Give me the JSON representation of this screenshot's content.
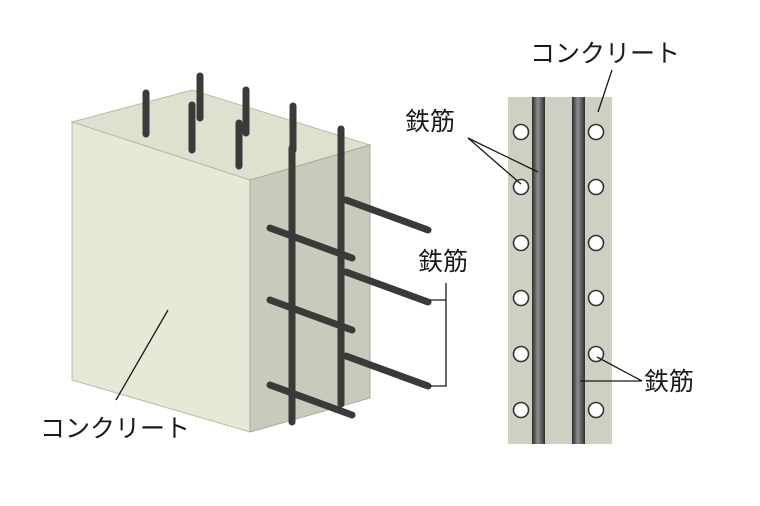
{
  "diagram": {
    "labels": {
      "concrete_block": "コンクリート",
      "rebar_mid": "鉄筋",
      "concrete_section": "コンクリート",
      "rebar_section_top": "鉄筋",
      "rebar_section_right": "鉄筋"
    },
    "colors": {
      "concrete_front": "#e7e9d7",
      "concrete_side": "#c9c9bc",
      "concrete_top": "#dfe1cf",
      "section_fill": "#cfcfc2",
      "rebar": "#4a4a4a",
      "rebar_highlight": "#9a9a9a",
      "leader_line": "#1a1a1a"
    }
  }
}
